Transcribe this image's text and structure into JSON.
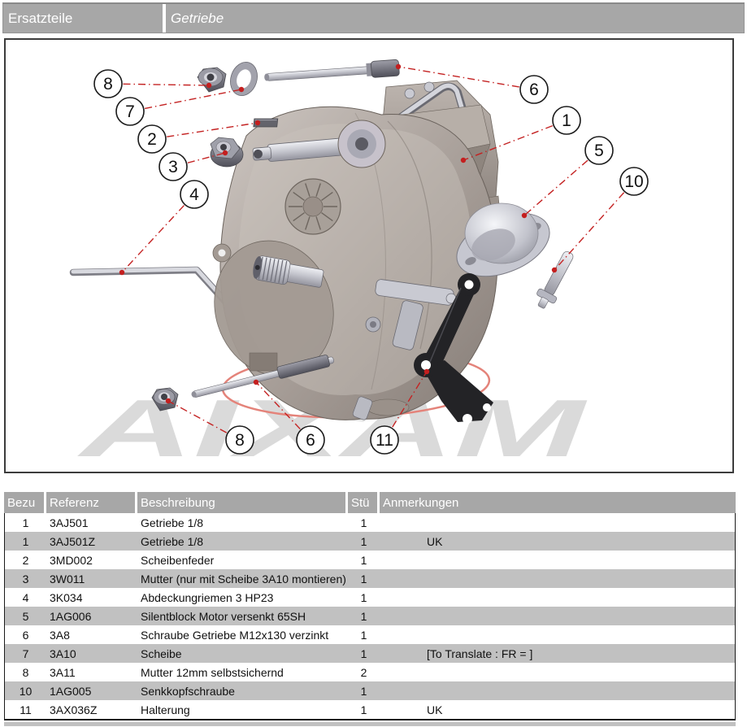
{
  "header": {
    "section": "Ersatzteile",
    "subsection": "Getriebe"
  },
  "diagram": {
    "watermark": "AIXAM",
    "callouts": [
      {
        "label": "8"
      },
      {
        "label": "7"
      },
      {
        "label": "2"
      },
      {
        "label": "3"
      },
      {
        "label": "4"
      },
      {
        "label": "6"
      },
      {
        "label": "1"
      },
      {
        "label": "5"
      },
      {
        "label": "10"
      },
      {
        "label": "8"
      },
      {
        "label": "6"
      },
      {
        "label": "11"
      }
    ]
  },
  "table": {
    "columns": [
      "Bezu",
      "Referenz",
      "Beschreibung",
      "Stü",
      "Anmerkungen"
    ],
    "rows": [
      {
        "bezu": "1",
        "referenz": "3AJ501",
        "beschreibung": "Getriebe 1/8",
        "stueck": "1",
        "anmerkungen": ""
      },
      {
        "bezu": "1",
        "referenz": "3AJ501Z",
        "beschreibung": "Getriebe 1/8",
        "stueck": "1",
        "anmerkungen": "UK"
      },
      {
        "bezu": "2",
        "referenz": "3MD002",
        "beschreibung": "Scheibenfeder",
        "stueck": "1",
        "anmerkungen": ""
      },
      {
        "bezu": "3",
        "referenz": "3W011",
        "beschreibung": "Mutter (nur mit Scheibe 3A10 montieren)",
        "stueck": "1",
        "anmerkungen": ""
      },
      {
        "bezu": "4",
        "referenz": "3K034",
        "beschreibung": "Abdeckungriemen 3 HP23",
        "stueck": "1",
        "anmerkungen": ""
      },
      {
        "bezu": "5",
        "referenz": "1AG006",
        "beschreibung": "Silentblock Motor versenkt 65SH",
        "stueck": "1",
        "anmerkungen": ""
      },
      {
        "bezu": "6",
        "referenz": "3A8",
        "beschreibung": "Schraube Getriebe M12x130 verzinkt",
        "stueck": "1",
        "anmerkungen": ""
      },
      {
        "bezu": "7",
        "referenz": "3A10",
        "beschreibung": "Scheibe",
        "stueck": "1",
        "anmerkungen": "[To Translate : FR =  ]"
      },
      {
        "bezu": "8",
        "referenz": "3A11",
        "beschreibung": "Mutter 12mm selbstsichernd",
        "stueck": "2",
        "anmerkungen": ""
      },
      {
        "bezu": "10",
        "referenz": "1AG005",
        "beschreibung": "Senkkopfschraube",
        "stueck": "1",
        "anmerkungen": ""
      },
      {
        "bezu": "11",
        "referenz": "3AX036Z",
        "beschreibung": "Halterung",
        "stueck": "1",
        "anmerkungen": "UK"
      }
    ]
  },
  "colors": {
    "accent_red": "#c42323",
    "header_gray": "#a7a7a7",
    "row_alt_gray": "#c1c1c1",
    "bracket_black": "#232326"
  }
}
